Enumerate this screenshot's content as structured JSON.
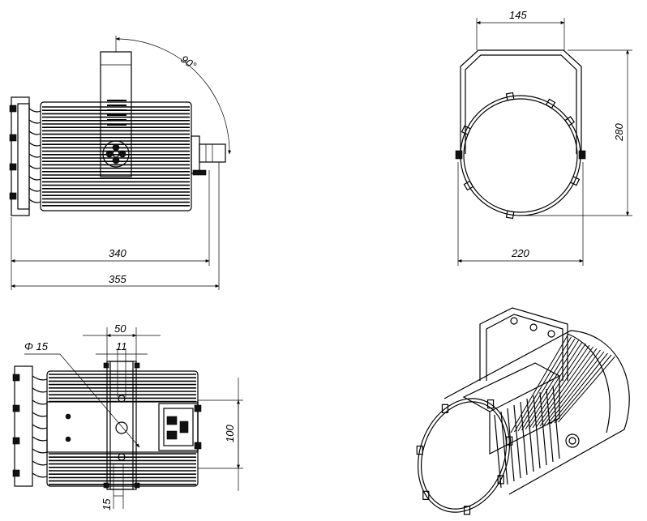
{
  "dimensions": {
    "side_width_inner": "340",
    "side_width_outer": "355",
    "tilt_angle": "90°",
    "front_bracket_width": "145",
    "front_height": "280",
    "front_diameter": "220",
    "top_bracket_width": "50",
    "top_slot_width": "11",
    "top_hole_diameter": "Φ 15",
    "top_mount_spacing": "100",
    "top_offset": "15"
  },
  "colors": {
    "line": "#000000",
    "background": "#ffffff"
  }
}
